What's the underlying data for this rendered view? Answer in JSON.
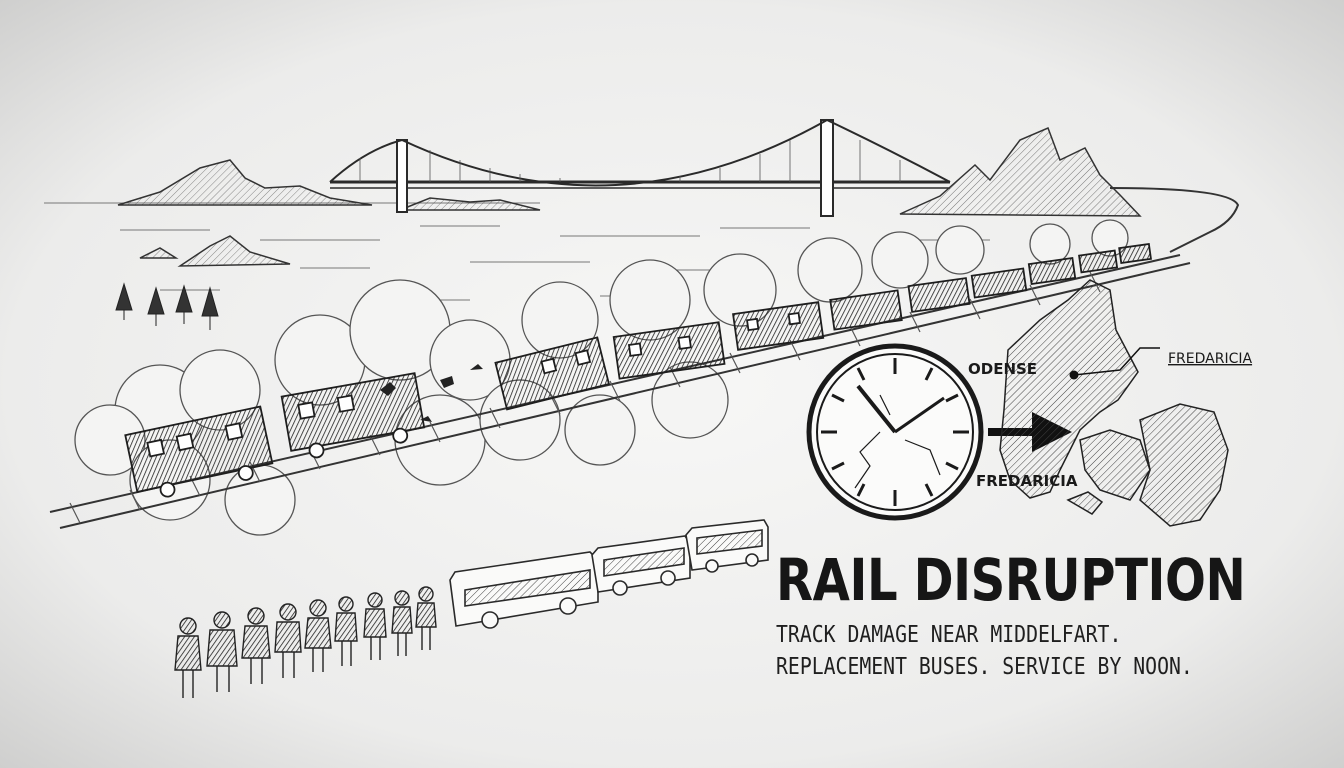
{
  "headline": "RAIL DISRUPTION",
  "subline_1": "TRACK DAMAGE NEAR MIDDELFART.",
  "subline_2": "REPLACEMENT BUSES. SERVICE BY NOON.",
  "map_labels": {
    "odense": "ODENSE",
    "fredaricia_upper": "FREDARICIA",
    "fredaricia_lower": "FREDARICIA"
  },
  "illustration": {
    "style": "pencil sketch",
    "elements": [
      "suspension-bridge",
      "rocky-islands",
      "derailed-train",
      "smoke-clouds",
      "cracked-clock",
      "arrow",
      "denmark-map",
      "replacement-buses",
      "waiting-passengers",
      "pine-trees"
    ]
  },
  "colors": {
    "ink": "#1b1b1b",
    "paper": "#f3f3f2"
  }
}
